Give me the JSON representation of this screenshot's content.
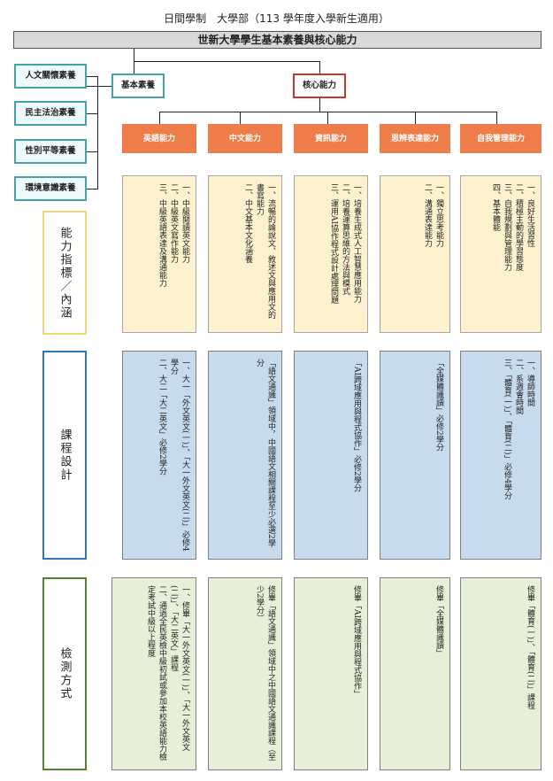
{
  "title": "日間學制　大學部（113 學年度入學新生適用）",
  "banner": "世新大學學生基本素養與核心能力",
  "literacies": [
    "人文關懷素養",
    "民主法治素養",
    "性別平等素養",
    "環境意識素養"
  ],
  "basic_label": "基本素養",
  "core_label": "核心能力",
  "side_labels": [
    "能力指標／內涵",
    "課程設計",
    "檢測方式"
  ],
  "columns": [
    {
      "name": "英語能力",
      "indicators": [
        "一、中級閱讀英文能力",
        "二、中級英文寫作能力",
        "三、中級英語表達及溝通能力"
      ],
      "course": [
        "一、大一「外文英文(一)」、「大一外文英文(二)」必修4學分",
        "二、大二「大二英文」必修2學分"
      ],
      "assessment": [
        "一、修畢「大一外文英文(一)」、「大一外文英文(二)」、「大二英文」課程",
        "二、通過全民英檢中級初試或參加本校英語能力檢定考試中級以上程度"
      ]
    },
    {
      "name": "中文能力",
      "indicators": [
        "一、流暢的論說文、敘述文與應用文的書寫能力",
        "二、中文基本文化涵養"
      ],
      "course": [
        "「語文通識」領域中，中國語文相關課程至少必選2學分"
      ],
      "assessment": [
        "修畢「語文通識」領域中之中國語文通識課程（至少2學分）"
      ]
    },
    {
      "name": "資訊能力",
      "indicators": [
        "一、培養生成式人工智慧應用能力",
        "二、培養運算思維的方法與模式",
        "三、運用AI協作程式設計處理問題"
      ],
      "course": [
        "「AI跨域應用與程式協作」必修2學分"
      ],
      "assessment": [
        "修畢「AI跨域應用與程式協作」"
      ]
    },
    {
      "name": "思辨表達能力",
      "indicators": [
        "一、獨立思考能力",
        "二、溝通表達能力"
      ],
      "course": [
        "「全媒體識讀」必修2學分"
      ],
      "assessment": [
        "修畢「全媒體識讀」"
      ]
    },
    {
      "name": "自我管理能力",
      "indicators": [
        "一、良好生活習性",
        "二、積極主動的學習態度",
        "三、自我規劃與管理能力",
        "四、基本體能"
      ],
      "course": [
        "一、導師時間",
        "二、系週會時間",
        "三、「體育(一)」、「體育(二)」必修4學分"
      ],
      "assessment": [
        "修畢「體育(一)」、「體育(二)」課程"
      ]
    }
  ]
}
